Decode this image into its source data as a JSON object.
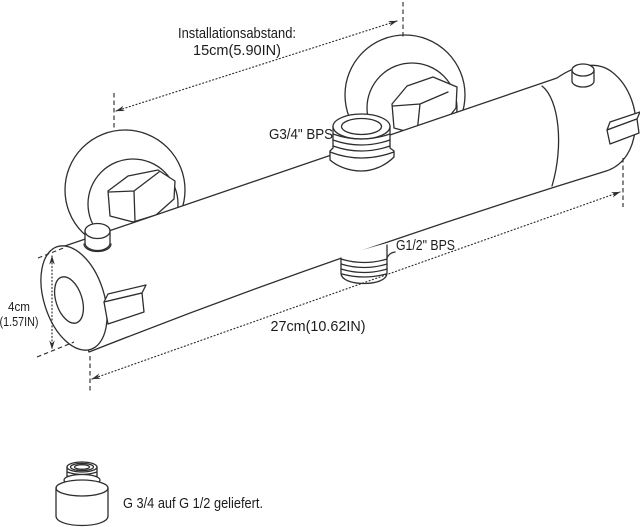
{
  "colors": {
    "line": "#2e2e2e",
    "text": "#1c1c1c",
    "background": "#ffffff"
  },
  "dimensions": {
    "installation_distance": {
      "label": "Installationsabstand:",
      "value": "15cm(5.90IN)"
    },
    "diameter": {
      "value": "4cm",
      "value_inches": "(1.57IN)"
    },
    "length": {
      "value": "27cm(10.62IN)"
    }
  },
  "ports": {
    "top": "G3/4\" BPS",
    "bottom": "G1/2\" BPS"
  },
  "adapter": {
    "note": "G 3/4 auf G 1/2 geliefert."
  }
}
